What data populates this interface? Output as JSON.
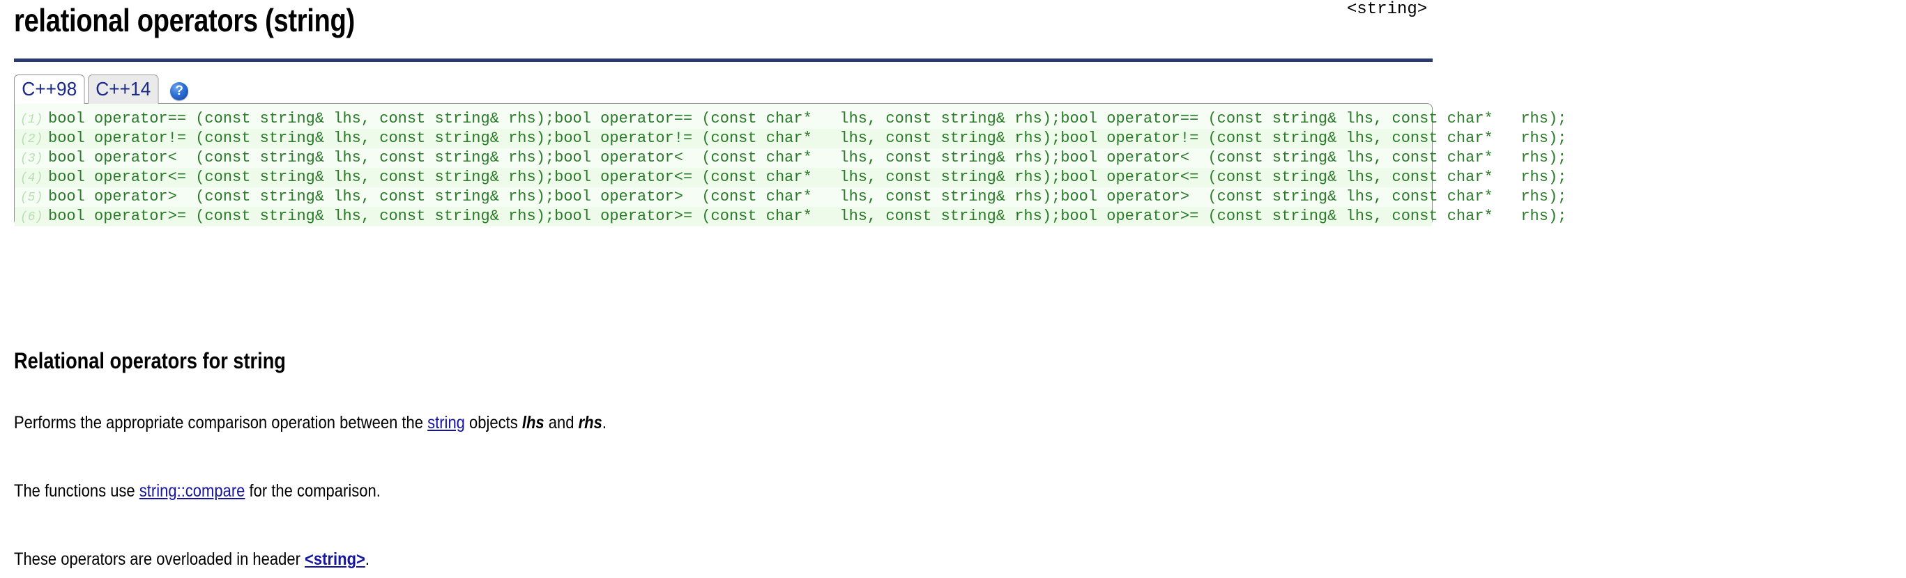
{
  "header": {
    "title": "relational operators (string)",
    "include": "<string>",
    "rule_color": "#2a3a6e"
  },
  "tabs": {
    "items": [
      {
        "label": "C++98",
        "active": true
      },
      {
        "label": "C++14",
        "active": false
      }
    ],
    "help_icon_glyph": "?",
    "help_icon_name": "help-icon"
  },
  "code": {
    "text_color": "#2a7a2a",
    "line_no_color": "#b7dfb0",
    "background": "#f6fdf5",
    "alt_background": "#eefbea",
    "lines": [
      {
        "no": "(1)",
        "text": "bool operator== (const string& lhs, const string& rhs);bool operator== (const char*   lhs, const string& rhs);bool operator== (const string& lhs, const char*   rhs);"
      },
      {
        "no": "(2)",
        "text": "bool operator!= (const string& lhs, const string& rhs);bool operator!= (const char*   lhs, const string& rhs);bool operator!= (const string& lhs, const char*   rhs);"
      },
      {
        "no": "(3)",
        "text": "bool operator<  (const string& lhs, const string& rhs);bool operator<  (const char*   lhs, const string& rhs);bool operator<  (const string& lhs, const char*   rhs);"
      },
      {
        "no": "(4)",
        "text": "bool operator<= (const string& lhs, const string& rhs);bool operator<= (const char*   lhs, const string& rhs);bool operator<= (const string& lhs, const char*   rhs);"
      },
      {
        "no": "(5)",
        "text": "bool operator>  (const string& lhs, const string& rhs);bool operator>  (const char*   lhs, const string& rhs);bool operator>  (const string& lhs, const char*   rhs);"
      },
      {
        "no": "(6)",
        "text": "bool operator>= (const string& lhs, const string& rhs);bool operator>= (const char*   lhs, const string& rhs);bool operator>= (const string& lhs, const char*   rhs);"
      }
    ]
  },
  "main": {
    "section_title": "Relational operators for string",
    "paragraph1": {
      "part1": "Performs the appropriate comparison operation between the ",
      "link": "string",
      "part2": " objects ",
      "em1": "lhs",
      "part3": " and ",
      "em2": "rhs",
      "part4": "."
    },
    "paragraph2": {
      "part1": "The functions use ",
      "link": "string::compare",
      "part2": " for the comparison."
    },
    "paragraph3": {
      "part1": "These operators are overloaded in header ",
      "link": "<string>",
      "part2": "."
    }
  },
  "colors": {
    "link": "#1414a0",
    "accent": "#2a3a6e",
    "code_green": "#2a7a2a"
  }
}
